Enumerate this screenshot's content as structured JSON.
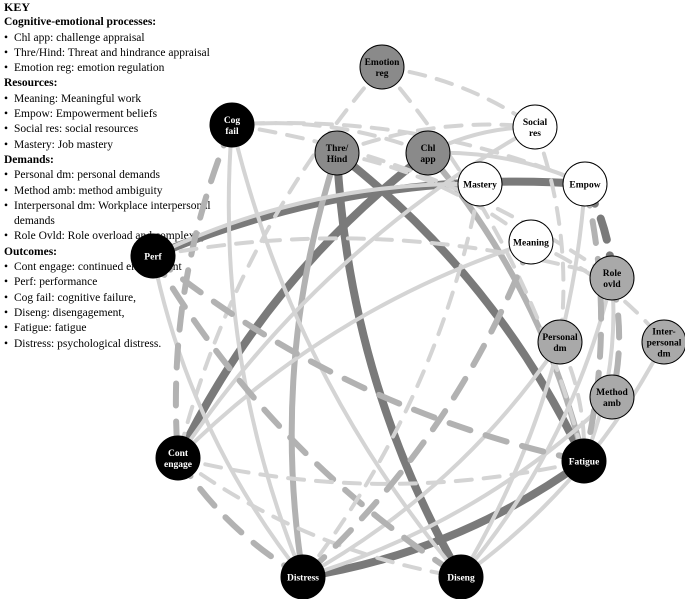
{
  "key": {
    "title": "KEY",
    "sections": [
      {
        "heading": "Cognitive-emotional processes:",
        "items": [
          "Chl app: challenge appraisal",
          "Thre/Hind: Threat and hindrance appraisal",
          "Emotion reg: emotion regulation"
        ]
      },
      {
        "heading": "Resources:",
        "items": [
          "Meaning: Meaningful work",
          "Empow: Empowerment beliefs",
          "Social res: social resources",
          "Mastery: Job mastery"
        ]
      },
      {
        "heading": "Demands:",
        "items": [
          "Personal dm: personal demands",
          "Method amb: method ambiguity",
          "Interpersonal dm: Workplace interpersonal demands",
          "Role Ovld: Role overload and complexity."
        ]
      },
      {
        "heading": "Outcomes:",
        "items": [
          "Cont engage: continued engagement",
          "Perf: performance",
          "Cog fail: cognitive failure,",
          "Diseng: disengagement,",
          "Fatigue: fatigue",
          "Distress: psychological distress."
        ]
      }
    ]
  },
  "colors": {
    "outcome": "#000000",
    "process": "#8a8a8a",
    "demand": "#a9a9a9",
    "resource": "#ffffff",
    "edge_light": "#d4d4d4",
    "edge_mid": "#b2b2b2",
    "edge_dark": "#7a7a7a"
  },
  "nodes": [
    {
      "id": "emotion-reg",
      "lines": [
        "Emotion",
        "reg"
      ],
      "group": "process"
    },
    {
      "id": "cog-fail",
      "lines": [
        "Cog",
        "fail"
      ],
      "group": "outcome"
    },
    {
      "id": "thre-hind",
      "lines": [
        "Thre/",
        "Hind"
      ],
      "group": "process"
    },
    {
      "id": "chl-app",
      "lines": [
        "Chl",
        "app"
      ],
      "group": "process"
    },
    {
      "id": "social-res",
      "lines": [
        "Social",
        "res"
      ],
      "group": "resource"
    },
    {
      "id": "mastery",
      "lines": [
        "Mastery"
      ],
      "group": "resource"
    },
    {
      "id": "empow",
      "lines": [
        "Empow"
      ],
      "group": "resource"
    },
    {
      "id": "meaning",
      "lines": [
        "Meaning"
      ],
      "group": "resource"
    },
    {
      "id": "role-ovld",
      "lines": [
        "Role",
        "ovld"
      ],
      "group": "demand"
    },
    {
      "id": "personal-dm",
      "lines": [
        "Personal",
        "dm"
      ],
      "group": "demand"
    },
    {
      "id": "interpersonal-dm",
      "lines": [
        "Inter-",
        "personal",
        "dm"
      ],
      "group": "demand"
    },
    {
      "id": "method-amb",
      "lines": [
        "Method",
        "amb"
      ],
      "group": "demand"
    },
    {
      "id": "perf",
      "lines": [
        "Perf"
      ],
      "group": "outcome"
    },
    {
      "id": "cont-engage",
      "lines": [
        "Cont",
        "engage"
      ],
      "group": "outcome"
    },
    {
      "id": "fatigue",
      "lines": [
        "Fatigue"
      ],
      "group": "outcome"
    },
    {
      "id": "distress",
      "lines": [
        "Distress"
      ],
      "group": "outcome"
    },
    {
      "id": "diseng",
      "lines": [
        "Diseng"
      ],
      "group": "outcome"
    }
  ],
  "edges": [
    {
      "from": "perf",
      "to": "empow",
      "strength": 3,
      "dashed": false
    },
    {
      "from": "cont-engage",
      "to": "chl-app",
      "strength": 3,
      "dashed": false
    },
    {
      "from": "distress",
      "to": "fatigue",
      "strength": 3,
      "dashed": false
    },
    {
      "from": "thre-hind",
      "to": "diseng",
      "strength": 3,
      "dashed": false
    },
    {
      "from": "thre-hind",
      "to": "fatigue",
      "strength": 3,
      "dashed": false
    },
    {
      "from": "chl-app",
      "to": "fatigue",
      "strength": 2,
      "dashed": false
    },
    {
      "from": "thre-hind",
      "to": "distress",
      "strength": 2,
      "dashed": false
    },
    {
      "from": "cog-fail",
      "to": "distress",
      "strength": 1,
      "dashed": false
    },
    {
      "from": "cog-fail",
      "to": "diseng",
      "strength": 1,
      "dashed": false
    },
    {
      "from": "cont-engage",
      "to": "meaning",
      "strength": 1,
      "dashed": false
    },
    {
      "from": "cont-engage",
      "to": "social-res",
      "strength": 1,
      "dashed": false
    },
    {
      "from": "perf",
      "to": "distress",
      "strength": 1,
      "dashed": false
    },
    {
      "from": "distress",
      "to": "method-amb",
      "strength": 1,
      "dashed": false
    },
    {
      "from": "distress",
      "to": "personal-dm",
      "strength": 1,
      "dashed": false
    },
    {
      "from": "diseng",
      "to": "role-ovld",
      "strength": 1,
      "dashed": false
    },
    {
      "from": "diseng",
      "to": "interpersonal-dm",
      "strength": 1,
      "dashed": false
    },
    {
      "from": "fatigue",
      "to": "role-ovld",
      "strength": 1,
      "dashed": false
    },
    {
      "from": "empow",
      "to": "diseng",
      "strength": 1,
      "dashed": false
    },
    {
      "from": "mastery",
      "to": "perf",
      "strength": 1,
      "dashed": false
    },
    {
      "from": "chl-app",
      "to": "social-res",
      "strength": 1,
      "dashed": false
    },
    {
      "from": "chl-app",
      "to": "empow",
      "strength": 1,
      "dashed": false
    },
    {
      "from": "emotion-reg",
      "to": "social-res",
      "strength": 1,
      "dashed": true
    },
    {
      "from": "emotion-reg",
      "to": "fatigue",
      "strength": 1,
      "dashed": true
    },
    {
      "from": "emotion-reg",
      "to": "cont-engage",
      "strength": 1,
      "dashed": true
    },
    {
      "from": "cog-fail",
      "to": "empow",
      "strength": 1,
      "dashed": true
    },
    {
      "from": "cog-fail",
      "to": "cont-engage",
      "strength": 2,
      "dashed": true
    },
    {
      "from": "cog-fail",
      "to": "role-ovld",
      "strength": 1,
      "dashed": true
    },
    {
      "from": "thre-hind",
      "to": "social-res",
      "strength": 1,
      "dashed": true
    },
    {
      "from": "thre-hind",
      "to": "meaning",
      "strength": 1,
      "dashed": true
    },
    {
      "from": "perf",
      "to": "fatigue",
      "strength": 2,
      "dashed": true
    },
    {
      "from": "perf",
      "to": "diseng",
      "strength": 2,
      "dashed": true
    },
    {
      "from": "perf",
      "to": "role-ovld",
      "strength": 1,
      "dashed": true
    },
    {
      "from": "cont-engage",
      "to": "distress",
      "strength": 2,
      "dashed": true
    },
    {
      "from": "cont-engage",
      "to": "diseng",
      "strength": 1,
      "dashed": true
    },
    {
      "from": "cont-engage",
      "to": "fatigue",
      "strength": 1,
      "dashed": true
    },
    {
      "from": "empow",
      "to": "fatigue",
      "strength": 2,
      "dashed": true
    },
    {
      "from": "empow",
      "to": "role-ovld",
      "strength": 3,
      "dashed": true
    },
    {
      "from": "social-res",
      "to": "personal-dm",
      "strength": 1,
      "dashed": true
    },
    {
      "from": "meaning",
      "to": "interpersonal-dm",
      "strength": 1,
      "dashed": true
    },
    {
      "from": "meaning",
      "to": "distress",
      "strength": 2,
      "dashed": true
    },
    {
      "from": "role-ovld",
      "to": "method-amb",
      "strength": 2,
      "dashed": true
    },
    {
      "from": "personal-dm",
      "to": "fatigue",
      "strength": 1,
      "dashed": true
    },
    {
      "from": "mastery",
      "to": "distress",
      "strength": 1,
      "dashed": true
    },
    {
      "from": "chl-app",
      "to": "cog-fail",
      "strength": 1,
      "dashed": true
    }
  ]
}
